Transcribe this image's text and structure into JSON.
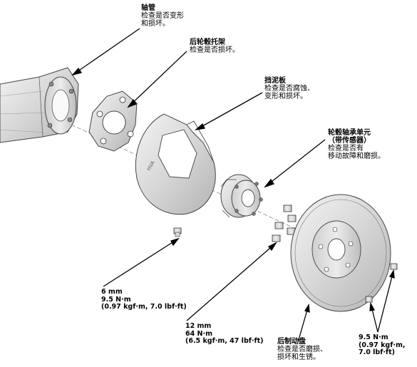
{
  "callouts": {
    "axle_housing": {
      "title": "轴管",
      "desc1": "检查是否变形",
      "desc2": "和损坏。"
    },
    "knuckle_bracket": {
      "title": "后轮毂托架",
      "desc1": "检查是否损坏。"
    },
    "splash_shield": {
      "title": "挡泥板",
      "desc1": "检查是否腐蚀、",
      "desc2": "变形和损坏。"
    },
    "hub_bearing": {
      "title": "轮毂轴承单元",
      "title2": "（带传感器）",
      "desc1": "检查是否有",
      "desc2": "移动故障和磨损。"
    },
    "brake_disc": {
      "title": "后制动盘",
      "desc1": "检查是否磨损、",
      "desc2": "损坏和生锈。"
    }
  },
  "torque_specs": {
    "shield_bolt": {
      "line1": "6 mm",
      "line2": "9.5 N·m",
      "line3": "(0.97 kgf·m, 7.0 lbf·ft)"
    },
    "hub_bolt": {
      "line1": "12 mm",
      "line2": "64 N·m",
      "line3": "(6.5 kgf·m, 47 lbf·ft)"
    },
    "disc_screw": {
      "line1": "9.5 N·m",
      "line2": "(0.97 kgf·m,",
      "line3": "7.0 lbf·ft)"
    }
  }
}
